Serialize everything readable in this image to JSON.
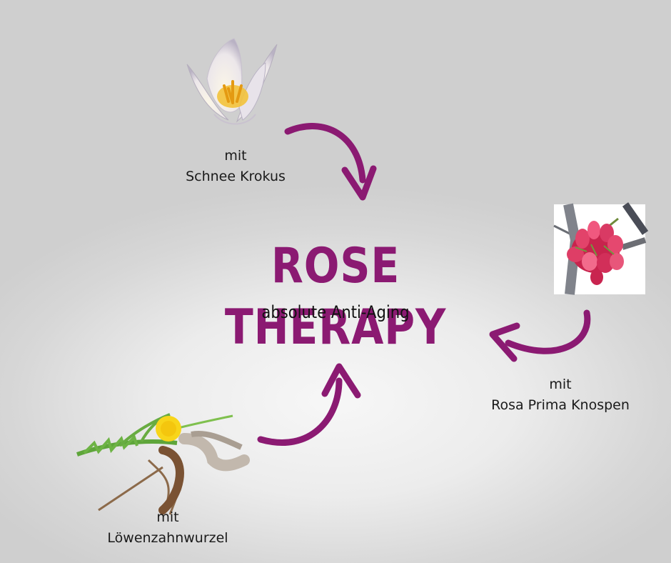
{
  "title": "ROSE THERAPY",
  "subtitle": "absolute Anti-Aging",
  "ingredients": [
    {
      "prefix": "mit",
      "name": "Schnee Krokus",
      "icon": "crocus-flower-icon"
    },
    {
      "prefix": "mit",
      "name": "Rosa Prima Knospen",
      "icon": "rose-buds-icon"
    },
    {
      "prefix": "mit",
      "name": "Löwenzahnwurzel",
      "icon": "dandelion-root-icon"
    }
  ],
  "colors": {
    "accent": "#8b1a72",
    "text": "#1a1a1a",
    "background": "#e6e6e6"
  }
}
